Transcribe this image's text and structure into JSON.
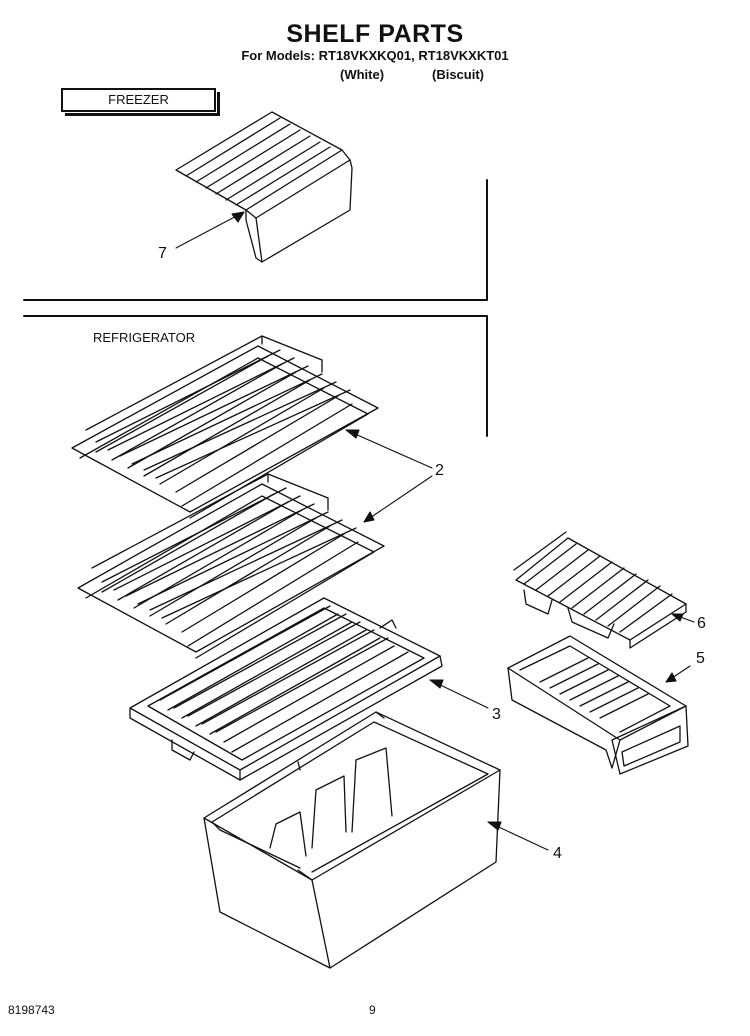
{
  "header": {
    "title": "SHELF PARTS",
    "models": "For Models: RT18VKXKQ01, RT18VKXKT01",
    "variant_white": "(White)",
    "variant_biscuit": "(Biscuit)"
  },
  "sections": {
    "freezer": "FREEZER",
    "refrigerator": "REFRIGERATOR"
  },
  "callouts": {
    "c2": "2",
    "c3": "3",
    "c4": "4",
    "c5": "5",
    "c6": "6",
    "c7": "7"
  },
  "footer": {
    "doc_number": "8198743",
    "page_number": "9"
  }
}
